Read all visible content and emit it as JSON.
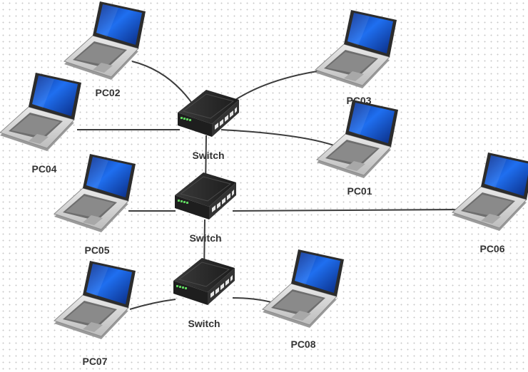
{
  "colors": {
    "background": "#ffffff",
    "grid_dot": "#c9c9c9",
    "link": "#3c3c3c",
    "label": "#333333",
    "screen_blue": "#1560d8",
    "laptop_body": "#d8d8d8",
    "switch_body": "#2a2a2a",
    "port_led": "#5fd35f"
  },
  "switches": [
    {
      "id": "sw1",
      "label": "Switch",
      "icon": "network-switch-icon"
    },
    {
      "id": "sw2",
      "label": "Switch",
      "icon": "network-switch-icon"
    },
    {
      "id": "sw3",
      "label": "Switch",
      "icon": "network-switch-icon"
    }
  ],
  "pcs": [
    {
      "id": "pc02",
      "label": "PC02",
      "icon": "laptop-icon",
      "switch": "sw1"
    },
    {
      "id": "pc03",
      "label": "PC03",
      "icon": "laptop-icon",
      "switch": "sw1"
    },
    {
      "id": "pc04",
      "label": "PC04",
      "icon": "laptop-icon",
      "switch": "sw1"
    },
    {
      "id": "pc01",
      "label": "PC01",
      "icon": "laptop-icon",
      "switch": "sw1"
    },
    {
      "id": "pc05",
      "label": "PC05",
      "icon": "laptop-icon",
      "switch": "sw2"
    },
    {
      "id": "pc06",
      "label": "PC06",
      "icon": "laptop-icon",
      "switch": "sw2"
    },
    {
      "id": "pc07",
      "label": "PC07",
      "icon": "laptop-icon",
      "switch": "sw3"
    },
    {
      "id": "pc08",
      "label": "PC08",
      "icon": "laptop-icon",
      "switch": "sw3"
    }
  ],
  "trunk_links": [
    {
      "from": "sw1",
      "to": "sw2"
    },
    {
      "from": "sw2",
      "to": "sw3"
    }
  ]
}
